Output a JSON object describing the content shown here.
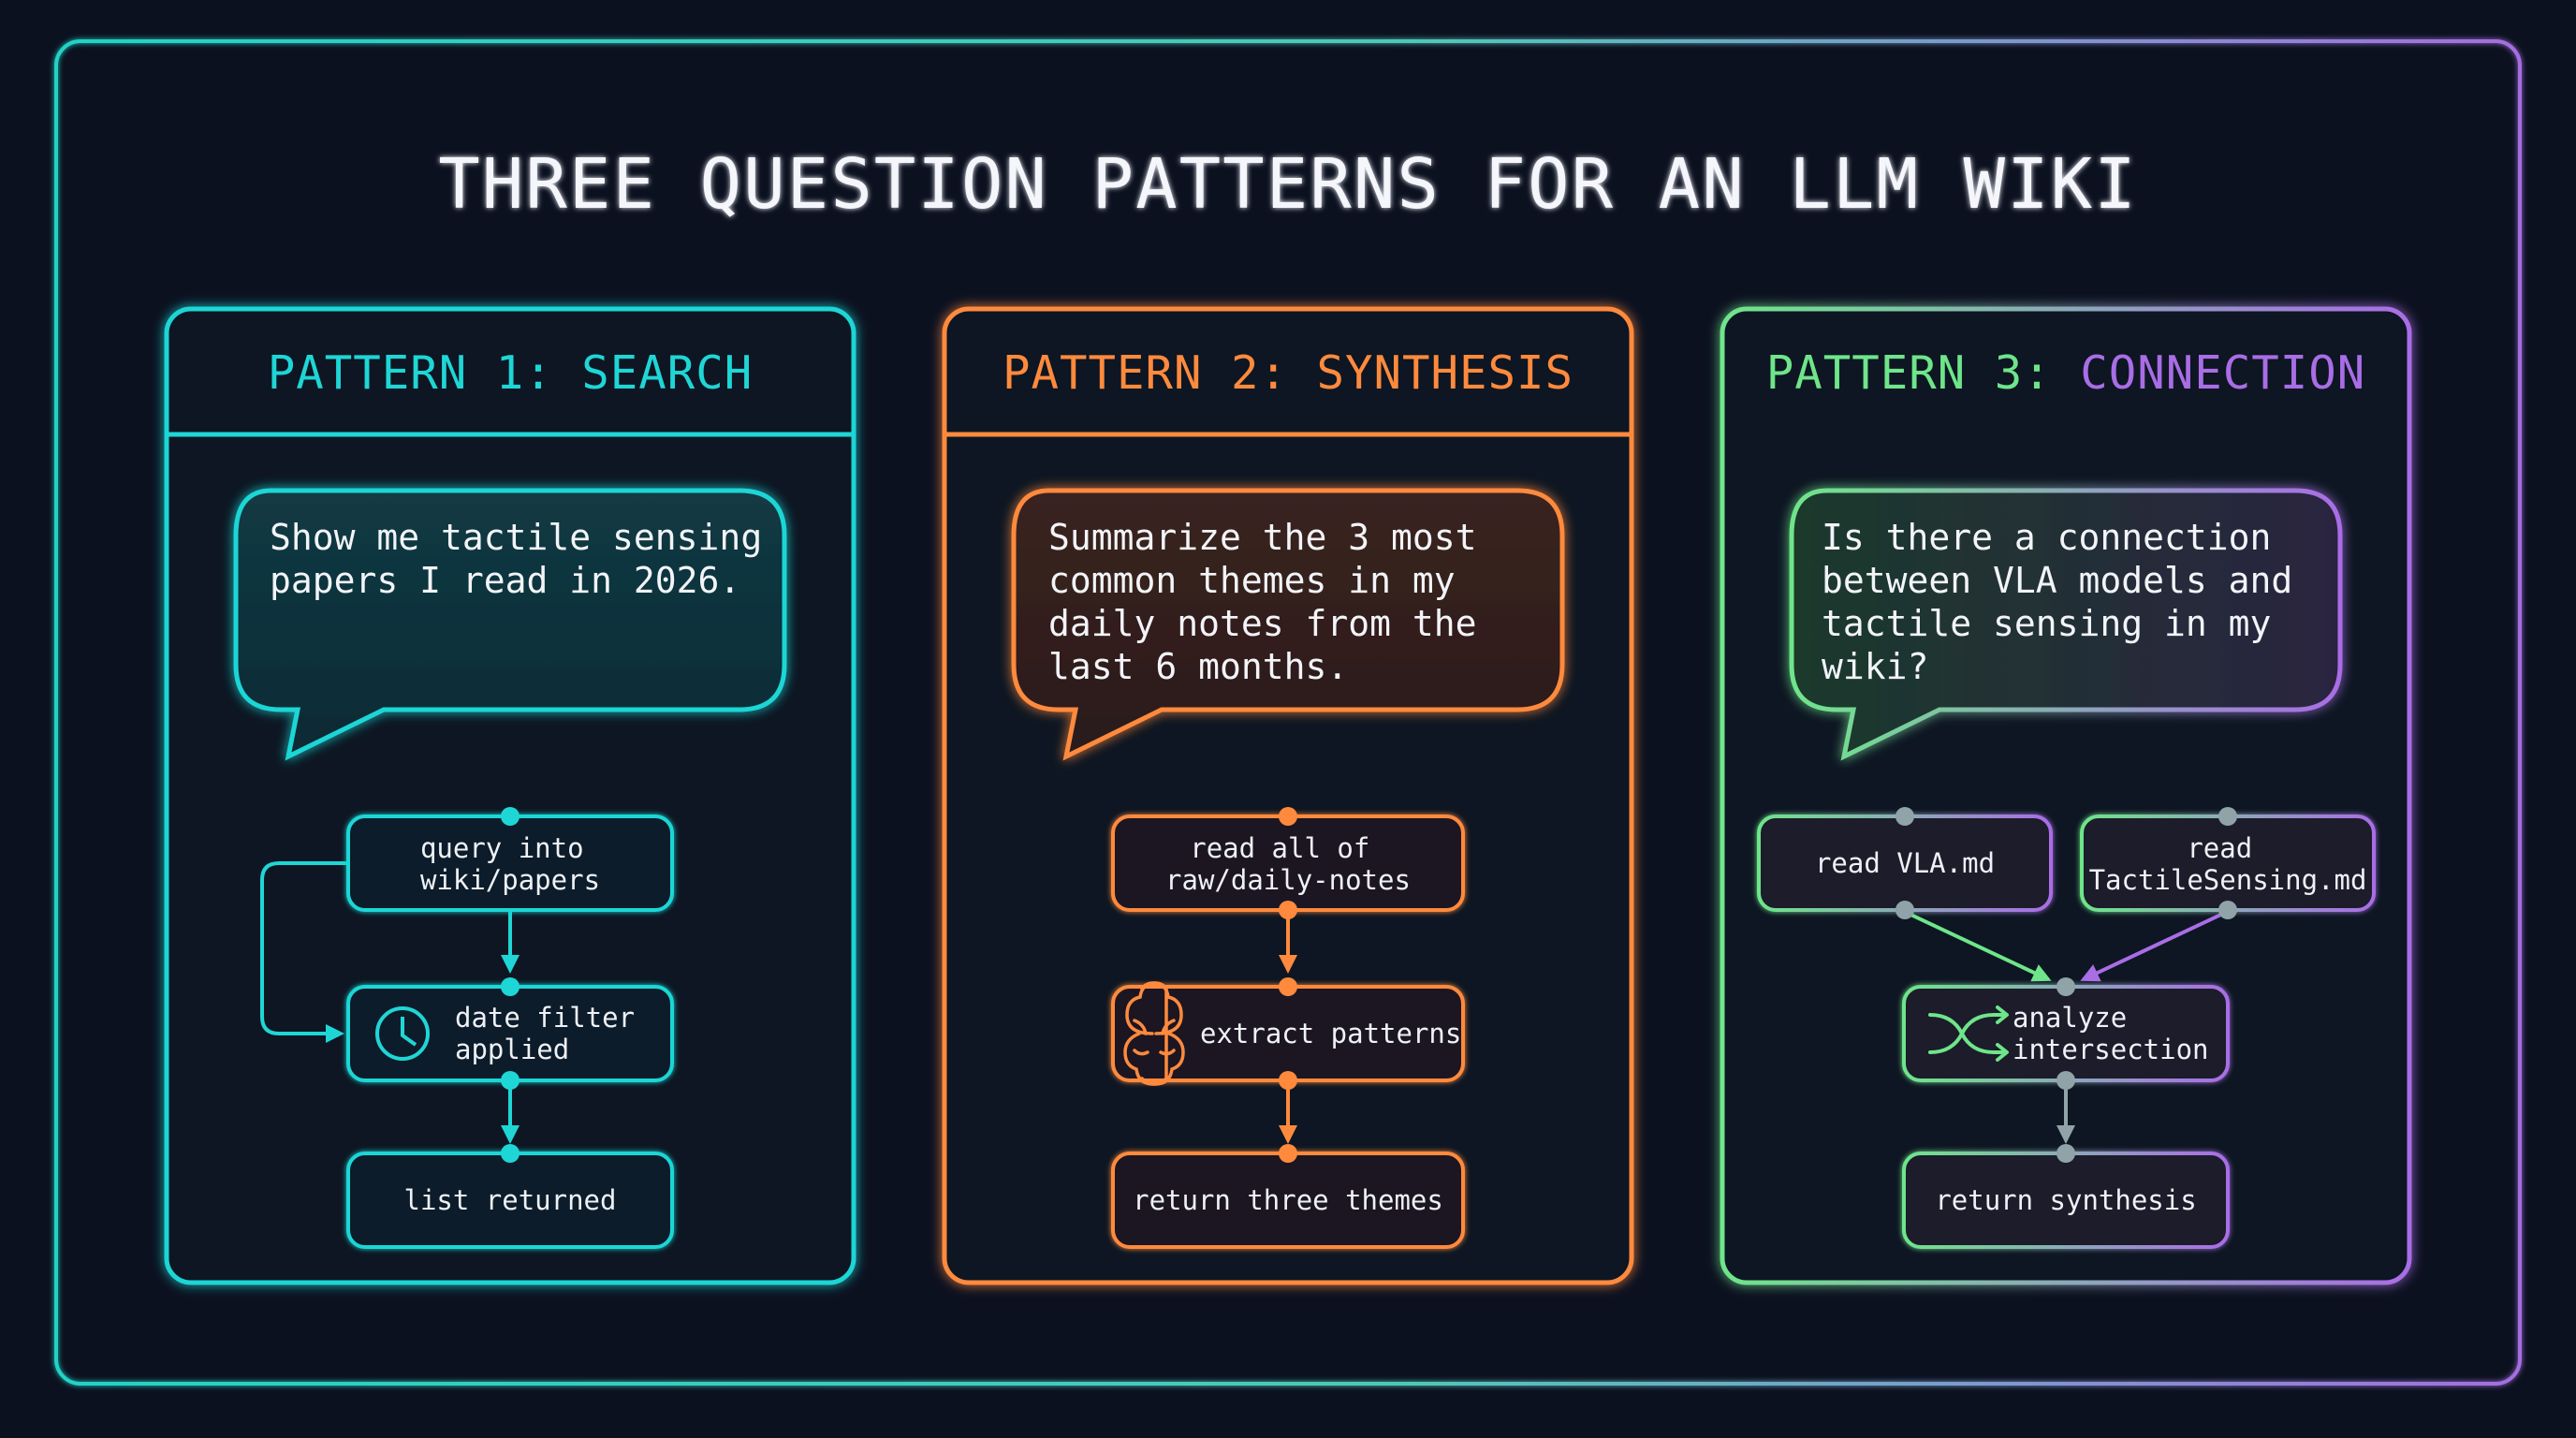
{
  "title": "THREE QUESTION PATTERNS FOR AN LLM WIKI",
  "colors": {
    "background": "#0c1120",
    "cyan": "#1fd6d6",
    "orange": "#ff8a3d",
    "green": "#6ee58a",
    "purple": "#a96de6"
  },
  "panels": [
    {
      "id": "search",
      "heading_prefix": "PATTERN 1:",
      "heading_name": "SEARCH",
      "question_lines": [
        "Show me tactile sensing",
        "papers I read in 2026."
      ],
      "nodes": [
        {
          "lines": [
            "query into",
            "wiki/papers"
          ]
        },
        {
          "lines": [
            "date filter",
            "applied"
          ],
          "icon": "clock-icon"
        },
        {
          "lines": [
            "list returned"
          ]
        }
      ]
    },
    {
      "id": "synthesis",
      "heading_prefix": "PATTERN 2:",
      "heading_name": "SYNTHESIS",
      "question_lines": [
        "Summarize the 3 most",
        "common themes in my",
        "daily notes from the",
        "last 6 months."
      ],
      "nodes": [
        {
          "lines": [
            "read all of",
            "raw/daily-notes"
          ]
        },
        {
          "lines": [
            "extract patterns"
          ],
          "icon": "brain-icon"
        },
        {
          "lines": [
            "return three themes"
          ]
        }
      ]
    },
    {
      "id": "connection",
      "heading_prefix": "PATTERN 3:",
      "heading_name": "CONNECTION",
      "question_lines": [
        "Is there a connection",
        "between VLA models and",
        "tactile sensing in my",
        "wiki?"
      ],
      "nodes": [
        {
          "lines": [
            "read VLA.md"
          ]
        },
        {
          "lines": [
            "read",
            "TactileSensing.md"
          ]
        },
        {
          "lines": [
            "analyze",
            "intersection"
          ],
          "icon": "shuffle-icon"
        },
        {
          "lines": [
            "return synthesis"
          ]
        }
      ]
    }
  ]
}
